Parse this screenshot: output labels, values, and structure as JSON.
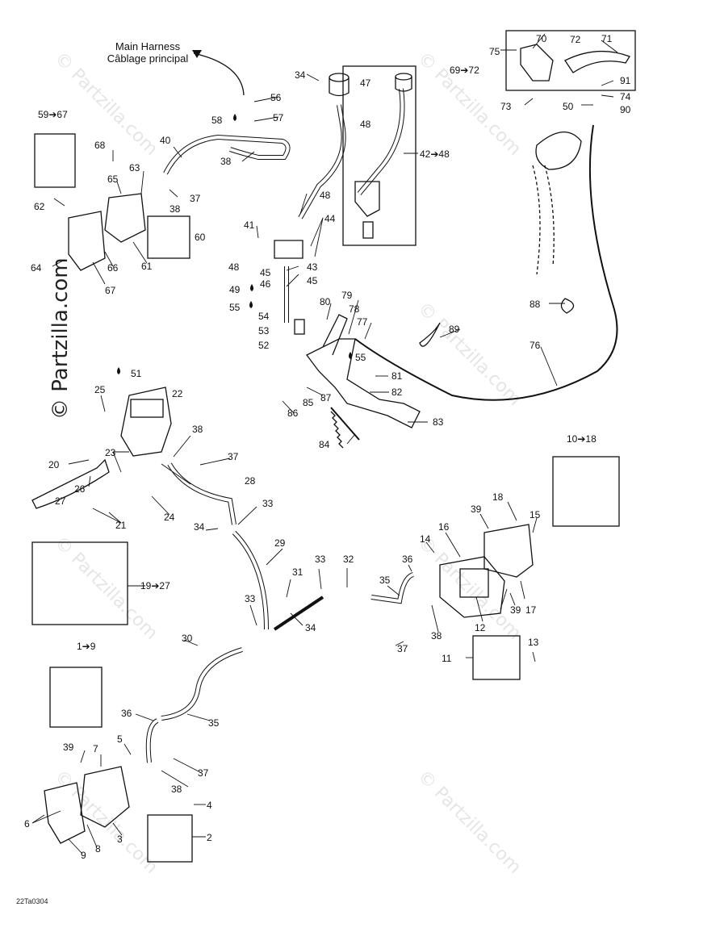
{
  "watermark": {
    "text": "© Partzilla.com",
    "color": "#a0a0a0"
  },
  "harness_note": {
    "line1": "Main Harness",
    "line2": "Câblage principal"
  },
  "drawing_ref": "22Ta0304",
  "labels": {
    "l1_9": "1➔9",
    "l2": "2",
    "l3": "3",
    "l4": "4",
    "l5": "5",
    "l6": "6",
    "l7": "7",
    "l8": "8",
    "l9": "9",
    "l10_18": "10➔18",
    "l11": "11",
    "l12": "12",
    "l13": "13",
    "l14": "14",
    "l15": "15",
    "l16": "16",
    "l17": "17",
    "l18": "18",
    "l19_27": "19➔27",
    "l20": "20",
    "l21": "21",
    "l22": "22",
    "l23": "23",
    "l24": "24",
    "l25": "25",
    "l26": "26",
    "l27": "27",
    "l28": "28",
    "l29": "29",
    "l30": "30",
    "l31": "31",
    "l32": "32",
    "l33": "33",
    "l34": "34",
    "l35": "35",
    "l36": "36",
    "l37": "37",
    "l38": "38",
    "l39": "39",
    "l40": "40",
    "l41": "41",
    "l42_48": "42➔48",
    "l43": "43",
    "l44": "44",
    "l45": "45",
    "l46": "46",
    "l47": "47",
    "l48": "48",
    "l49": "49",
    "l50": "50",
    "l51": "51",
    "l52": "52",
    "l53": "53",
    "l54": "54",
    "l55": "55",
    "l56": "56",
    "l57": "57",
    "l58": "58",
    "l59_67": "59➔67",
    "l60": "60",
    "l61": "61",
    "l62": "62",
    "l63": "63",
    "l64": "64",
    "l65": "65",
    "l66": "66",
    "l67": "67",
    "l68": "68",
    "l69_72": "69➔72",
    "l70": "70",
    "l71": "71",
    "l72": "72",
    "l73": "73",
    "l74": "74",
    "l75": "75",
    "l76": "76",
    "l77": "77",
    "l78": "78",
    "l79": "79",
    "l80": "80",
    "l81": "81",
    "l82": "82",
    "l83": "83",
    "l84": "84",
    "l85": "85",
    "l86": "86",
    "l87": "87",
    "l88": "88",
    "l89": "89",
    "l90": "90",
    "l91": "91"
  }
}
